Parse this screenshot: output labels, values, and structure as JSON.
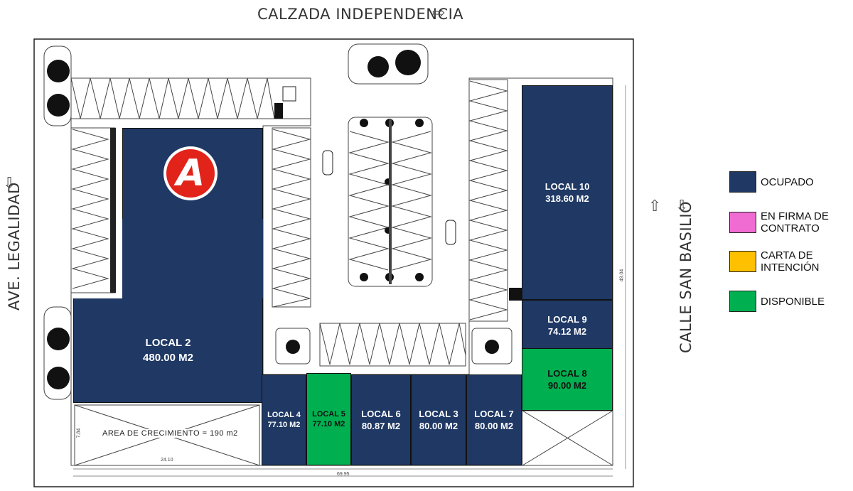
{
  "streets": {
    "top": "CALZADA INDEPENDENCIA",
    "left": "AVE.  LEGALIDAD",
    "right": "CALLE SAN BASILIO"
  },
  "units": [
    {
      "id": "local2",
      "name": "LOCAL 2",
      "area": "480.00 M2",
      "status": "ocupado"
    },
    {
      "id": "local10",
      "name": "LOCAL 10",
      "area": "318.60 M2",
      "status": "ocupado"
    },
    {
      "id": "local9",
      "name": "LOCAL 9",
      "area": "74.12 M2",
      "status": "ocupado"
    },
    {
      "id": "local8",
      "name": "LOCAL 8",
      "area": "90.00 M2",
      "status": "disponible"
    },
    {
      "id": "local4",
      "name": "LOCAL 4",
      "area": "77.10 M2",
      "status": "ocupado"
    },
    {
      "id": "local5",
      "name": "LOCAL 5",
      "area": "77.10 M2",
      "status": "disponible"
    },
    {
      "id": "local6",
      "name": "LOCAL 6",
      "area": "80.87 M2",
      "status": "ocupado"
    },
    {
      "id": "local3",
      "name": "LOCAL 3",
      "area": "80.00 M2",
      "status": "ocupado"
    },
    {
      "id": "local7",
      "name": "LOCAL 7",
      "area": "80.00 M2",
      "status": "ocupado"
    }
  ],
  "growth_area": "AREA DE CRECIMIENTO = 190 m2",
  "logo_letter": "A",
  "dimensions": {
    "left_width": "24.10",
    "total_width": "69.95",
    "right_height": "49.04",
    "growth_height": "7.84"
  },
  "legend": [
    {
      "label": "OCUPADO",
      "color": "#1f3864"
    },
    {
      "label": "EN FIRMA DE CONTRATO",
      "color": "#f06bd2"
    },
    {
      "label": "CARTA DE INTENCIÓN",
      "color": "#ffc000"
    },
    {
      "label": "DISPONIBLE",
      "color": "#00b050"
    }
  ],
  "colors": {
    "occupied": "#1f3864",
    "available": "#00b050",
    "logo": "#e2231a"
  }
}
